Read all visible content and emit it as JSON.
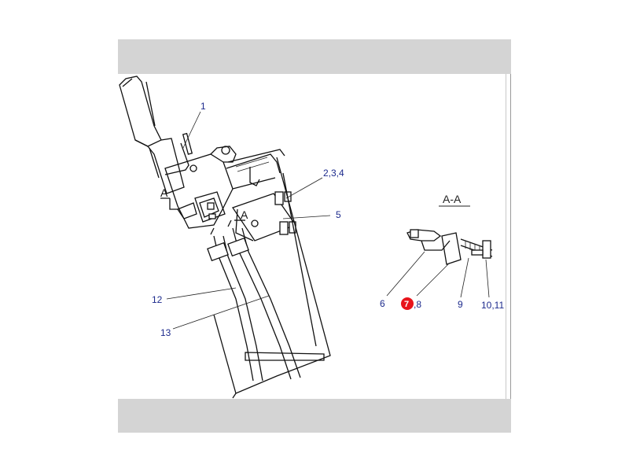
{
  "section_title": "A-A",
  "section_marks": [
    "A",
    "A"
  ],
  "callouts": {
    "c1": "1",
    "c234": "2,3,4",
    "c5": "5",
    "c6": "6",
    "c7": "7",
    "c8": ",8",
    "c9": "9",
    "c1011": "10,11",
    "c12": "12",
    "c13": "13"
  },
  "colors": {
    "callout_text": "#1c2a8c",
    "highlight_badge": "#e8141b",
    "viewer_bands": "#d4d4d4"
  }
}
